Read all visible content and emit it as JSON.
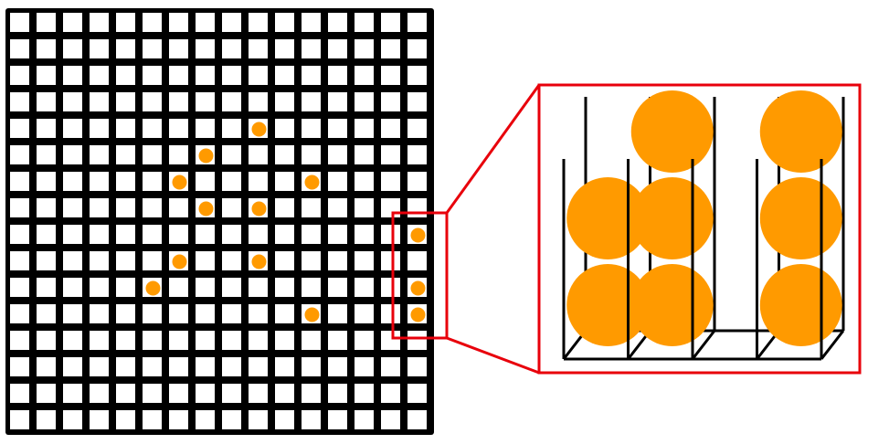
{
  "grid": {
    "rows": 16,
    "cols": 16,
    "line_color": "#000000",
    "cell_color": "#ffffff",
    "ball_color": "#ff9a00",
    "balls": [
      {
        "row": 4,
        "col": 9
      },
      {
        "row": 5,
        "col": 7
      },
      {
        "row": 6,
        "col": 6
      },
      {
        "row": 6,
        "col": 11
      },
      {
        "row": 7,
        "col": 7
      },
      {
        "row": 7,
        "col": 9
      },
      {
        "row": 8,
        "col": 15
      },
      {
        "row": 9,
        "col": 6
      },
      {
        "row": 9,
        "col": 9
      },
      {
        "row": 10,
        "col": 5
      },
      {
        "row": 10,
        "col": 15
      },
      {
        "row": 11,
        "col": 11
      },
      {
        "row": 11,
        "col": 15
      }
    ]
  },
  "zoom": {
    "highlight_color": "#e8000b",
    "line_color": "#000000",
    "ball_color": "#ff9a00",
    "columns": [
      {
        "stack_height": 2
      },
      {
        "stack_height": 3
      },
      {
        "stack_height": 0
      },
      {
        "stack_height": 3
      }
    ]
  }
}
